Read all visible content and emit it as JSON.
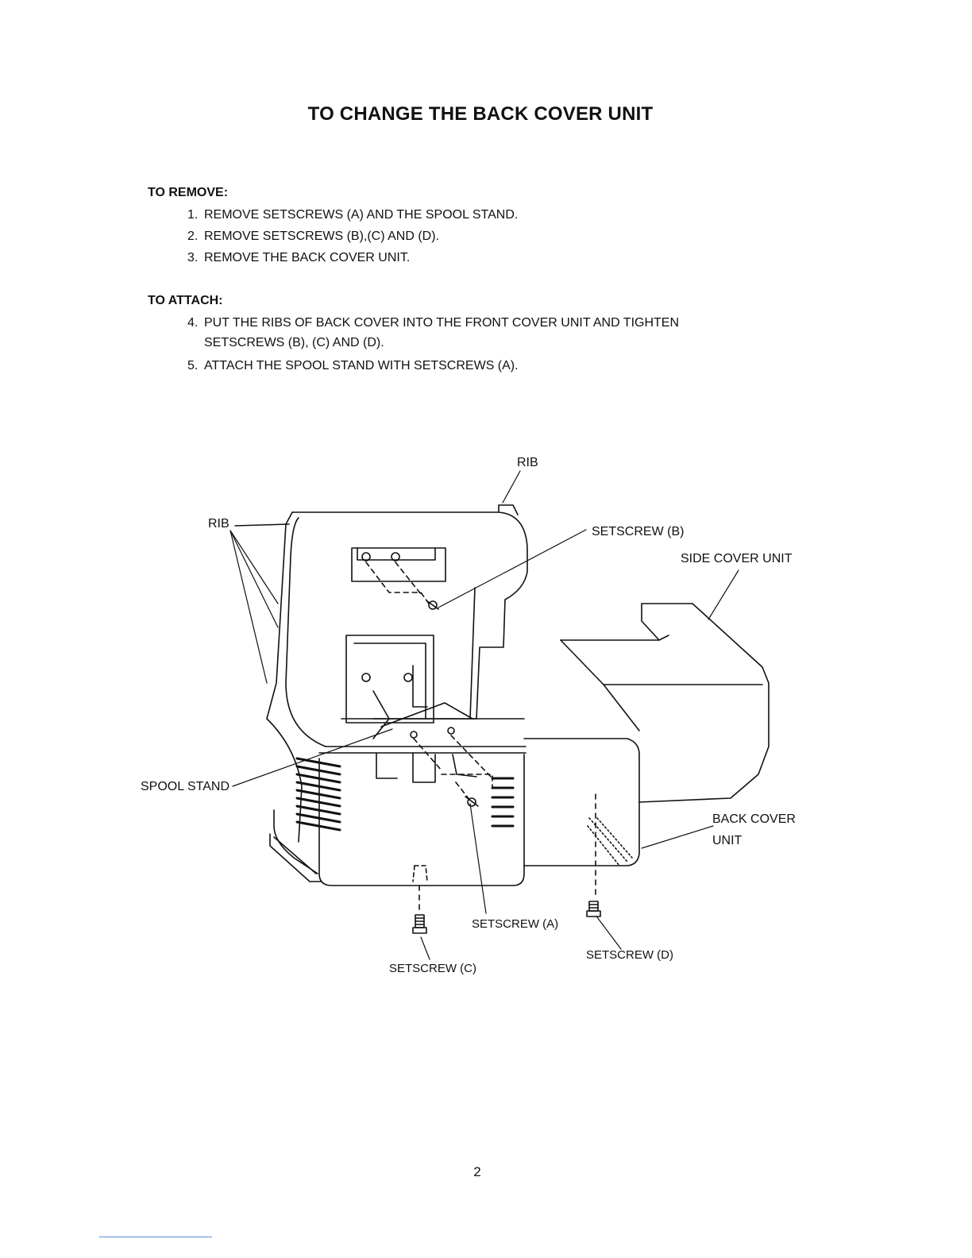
{
  "title": "TO CHANGE THE BACK COVER UNIT",
  "remove": {
    "heading": "TO REMOVE:",
    "steps": [
      {
        "num": "1.",
        "text": "REMOVE SETSCREWS (A) AND THE SPOOL STAND."
      },
      {
        "num": "2.",
        "text": "REMOVE SETSCREWS (B),(C) AND (D)."
      },
      {
        "num": "3.",
        "text": "REMOVE THE BACK COVER UNIT."
      }
    ]
  },
  "attach": {
    "heading": "TO ATTACH:",
    "steps": [
      {
        "num": "4.",
        "text": "PUT THE RIBS OF BACK COVER INTO THE FRONT COVER UNIT AND TIGHTEN",
        "cont": "SETSCREWS (B), (C) AND (D)."
      },
      {
        "num": "5.",
        "text": "ATTACH THE SPOOL STAND WITH SETSCREWS (A)."
      }
    ]
  },
  "diagram": {
    "labels": {
      "rib_top": "RIB",
      "rib_left": "RIB",
      "setscrew_b": "SETSCREW (B)",
      "side_cover_unit": "SIDE COVER UNIT",
      "spool_stand": "SPOOL STAND",
      "back_cover_line1": "BACK COVER",
      "back_cover_line2": "UNIT",
      "setscrew_a": "SETSCREW (A)",
      "setscrew_c": "SETSCREW (C)",
      "setscrew_d": "SETSCREW (D)"
    }
  },
  "page_number": "2",
  "colors": {
    "ink": "#111111",
    "footer_rule": "#5a8ad6"
  }
}
